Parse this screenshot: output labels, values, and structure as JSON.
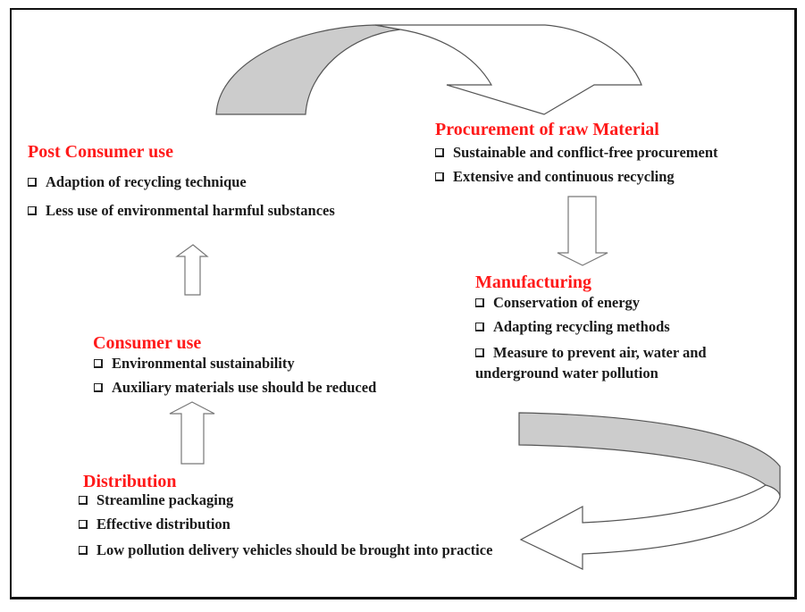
{
  "diagram": {
    "colors": {
      "heading": "#ff1a1a",
      "text": "#1a1a1a",
      "arrow_shade": "#cccccc",
      "arrow_stroke": "#666666"
    },
    "stages": {
      "procurement": {
        "title": "Procurement of raw Material",
        "items": [
          "Sustainable and conflict-free procurement",
          "Extensive and continuous recycling"
        ]
      },
      "manufacturing": {
        "title": "Manufacturing",
        "items": [
          "Conservation of energy",
          "Adapting recycling methods",
          "Measure to prevent air, water and underground water pollution"
        ]
      },
      "distribution": {
        "title": "Distribution",
        "items": [
          "Streamline packaging",
          "Effective distribution",
          "Low pollution delivery vehicles should be brought into practice"
        ]
      },
      "consumer_use": {
        "title": "Consumer use",
        "items": [
          "Environmental sustainability",
          "Auxiliary materials use should be reduced"
        ]
      },
      "post_consumer_use": {
        "title": "Post Consumer use",
        "items": [
          "Adaption of recycling technique",
          "Less use of environmental harmful substances"
        ]
      }
    },
    "arrows": [
      {
        "name": "curved-arrow-post-consumer-to-procurement",
        "direction": "clockwise-right"
      },
      {
        "name": "arrow-procurement-to-manufacturing",
        "direction": "down"
      },
      {
        "name": "curved-arrow-manufacturing-to-distribution",
        "direction": "u-turn-left"
      },
      {
        "name": "arrow-distribution-to-consumer-use",
        "direction": "up"
      },
      {
        "name": "arrow-consumer-use-to-post-consumer-use",
        "direction": "up"
      }
    ]
  }
}
